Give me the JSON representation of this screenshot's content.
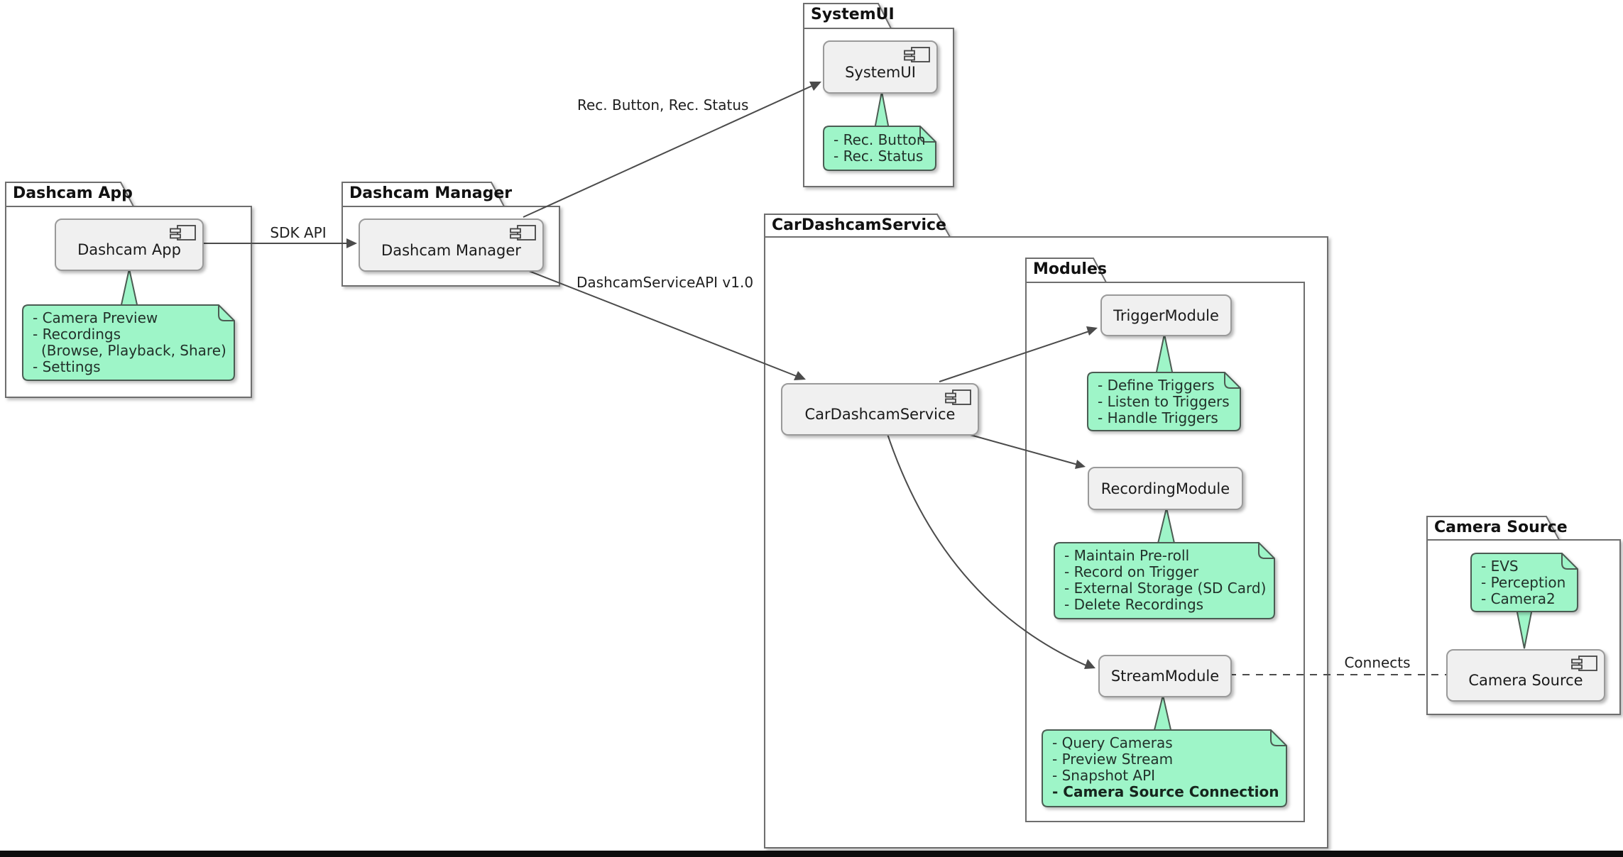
{
  "diagram": {
    "type": "uml-component-diagram",
    "packages": {
      "dashcam_app": "Dashcam App",
      "dashcam_manager": "Dashcam Manager",
      "systemui": "SystemUI",
      "car_dashcam_service": "CarDashcamService",
      "modules": "Modules",
      "camera_source": "Camera Source"
    },
    "components": {
      "dashcam_app": "Dashcam App",
      "dashcam_manager": "Dashcam Manager",
      "systemui": "SystemUI",
      "car_dashcam_service": "CarDashcamService",
      "trigger_module": "TriggerModule",
      "recording_module": "RecordingModule",
      "stream_module": "StreamModule",
      "camera_source": "Camera Source"
    },
    "notes": {
      "dashcam_app": {
        "lines": [
          "- Camera Preview",
          "- Recordings",
          "(Browse, Playback, Share)",
          "- Settings"
        ]
      },
      "systemui": {
        "lines": [
          "- Rec. Button",
          "- Rec. Status"
        ]
      },
      "trigger_module": {
        "lines": [
          "- Define Triggers",
          "- Listen to Triggers",
          "- Handle Triggers"
        ]
      },
      "recording_module": {
        "lines": [
          "- Maintain Pre-roll",
          "- Record on Trigger",
          "- External Storage (SD Card)",
          "- Delete Recordings"
        ]
      },
      "stream_module": {
        "lines": [
          "- Query Cameras",
          "- Preview Stream",
          "- Snapshot API",
          "- Camera Source Connection"
        ]
      },
      "camera_source": {
        "lines": [
          "- EVS",
          "- Perception",
          "- Camera2"
        ]
      }
    },
    "edges": {
      "sdk_api": {
        "label": "SDK API"
      },
      "rec_button_status": {
        "label": "Rec. Button, Rec. Status"
      },
      "dashcam_service_api": {
        "label": "DashcamServiceAPI v1.0"
      },
      "connects": {
        "label": "Connects"
      }
    },
    "icons": {
      "component": "uml-component-icon"
    },
    "colors": {
      "background": "#FFFFFF",
      "note_fill": "#9EF5C8",
      "note_border": "#4C5B52",
      "component_fill": "#F0F0F0",
      "component_border": "#9A9A9A",
      "package_border": "#6E6E6E",
      "line": "#4B4B4B",
      "bottom_bar": "#0D0D0D"
    }
  }
}
